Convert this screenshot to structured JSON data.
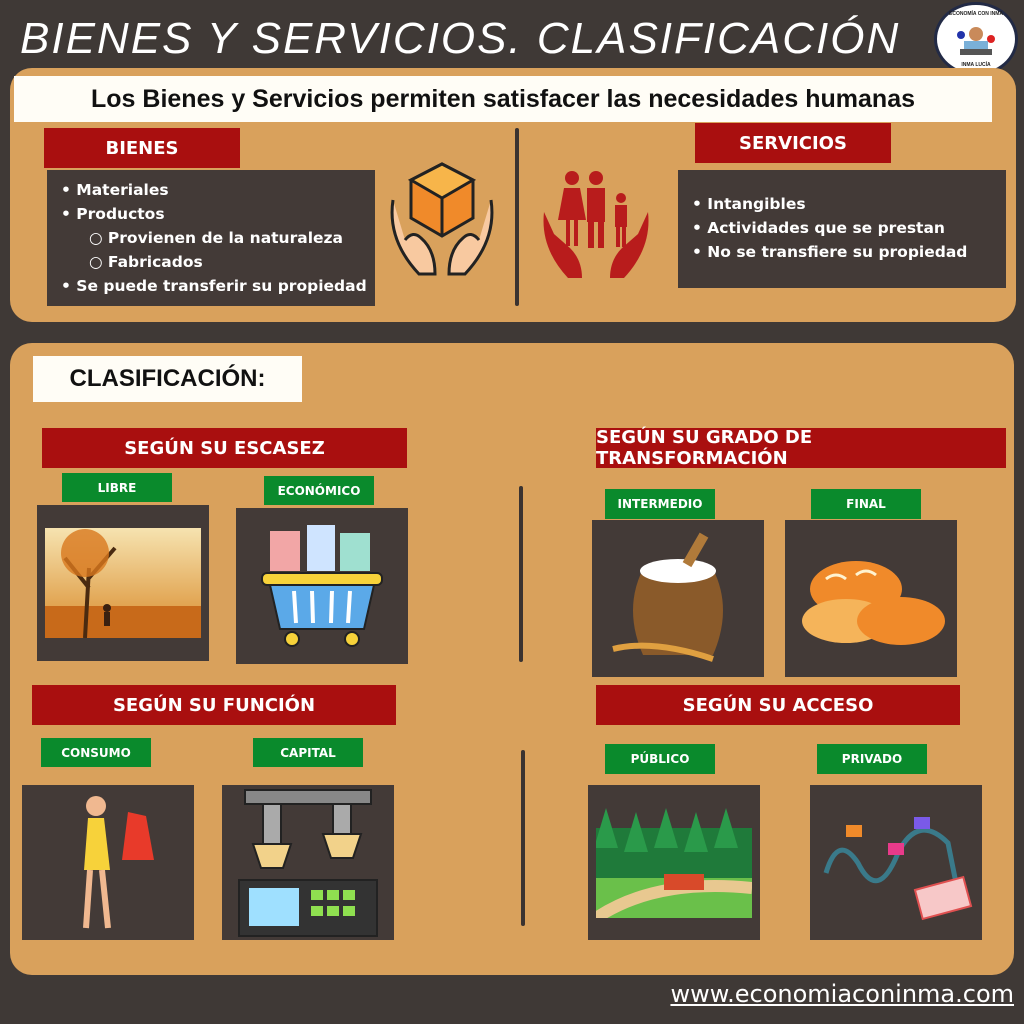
{
  "title": "BIENES Y SERVICIOS. CLASIFICACIÓN",
  "logo": {
    "top_text": "ECONOMÍA CON INMA",
    "bottom_text": "INMA LUCÍA"
  },
  "intro": "Los Bienes y Servicios permiten satisfacer las necesidades humanas",
  "bienes": {
    "header": "BIENES",
    "items": [
      "•  Materiales",
      "•  Productos",
      "○  Provienen de la naturaleza",
      "○  Fabricados",
      "•  Se puede transferir su propiedad"
    ]
  },
  "servicios": {
    "header": "SERVICIOS",
    "items": [
      "•  Intangibles",
      "•  Actividades que se prestan",
      "•  No se transfiere su propiedad"
    ]
  },
  "clasificacion": {
    "title": "CLASIFICACIÓN:",
    "escasez": {
      "header": "SEGÚN SU ESCASEZ",
      "a": "LIBRE",
      "b": "ECONÓMICO"
    },
    "transformacion": {
      "header": "SEGÚN SU GRADO DE TRANSFORMACIÓN",
      "a": "INTERMEDIO",
      "b": "FINAL"
    },
    "funcion": {
      "header": "SEGÚN SU FUNCIÓN",
      "a": "CONSUMO",
      "b": "CAPITAL"
    },
    "acceso": {
      "header": "SEGÚN SU ACCESO",
      "a": "PÚBLICO",
      "b": "PRIVADO"
    }
  },
  "footer": "www.economiaconinma.com",
  "colors": {
    "panel": "#d9a15c",
    "red": "#a90f0f",
    "green": "#0a8a2c",
    "dark": "#433a37"
  }
}
